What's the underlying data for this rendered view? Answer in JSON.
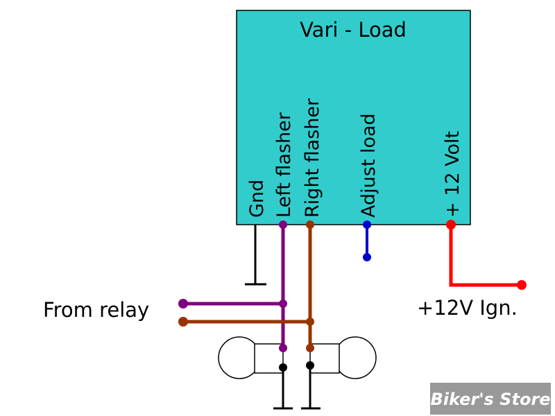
{
  "module": {
    "title": "Vari - Load",
    "fill": "#33cccc",
    "pins": {
      "gnd": "Gnd",
      "left_flasher": "Left flasher",
      "right_flasher": "Right flasher",
      "adjust_load": "Adjust load",
      "plus_12v": "+ 12 Volt"
    }
  },
  "labels": {
    "from_relay": "From relay",
    "ignition": "+12V Ign."
  },
  "watermark": "Biker's Store",
  "colors": {
    "left_flasher_wire": "#800080",
    "right_flasher_wire": "#993300",
    "adjust_wire": "#0000cc",
    "power_wire": "#ff0000",
    "ground_wire": "#000000",
    "watermark_bg": "#999999"
  }
}
